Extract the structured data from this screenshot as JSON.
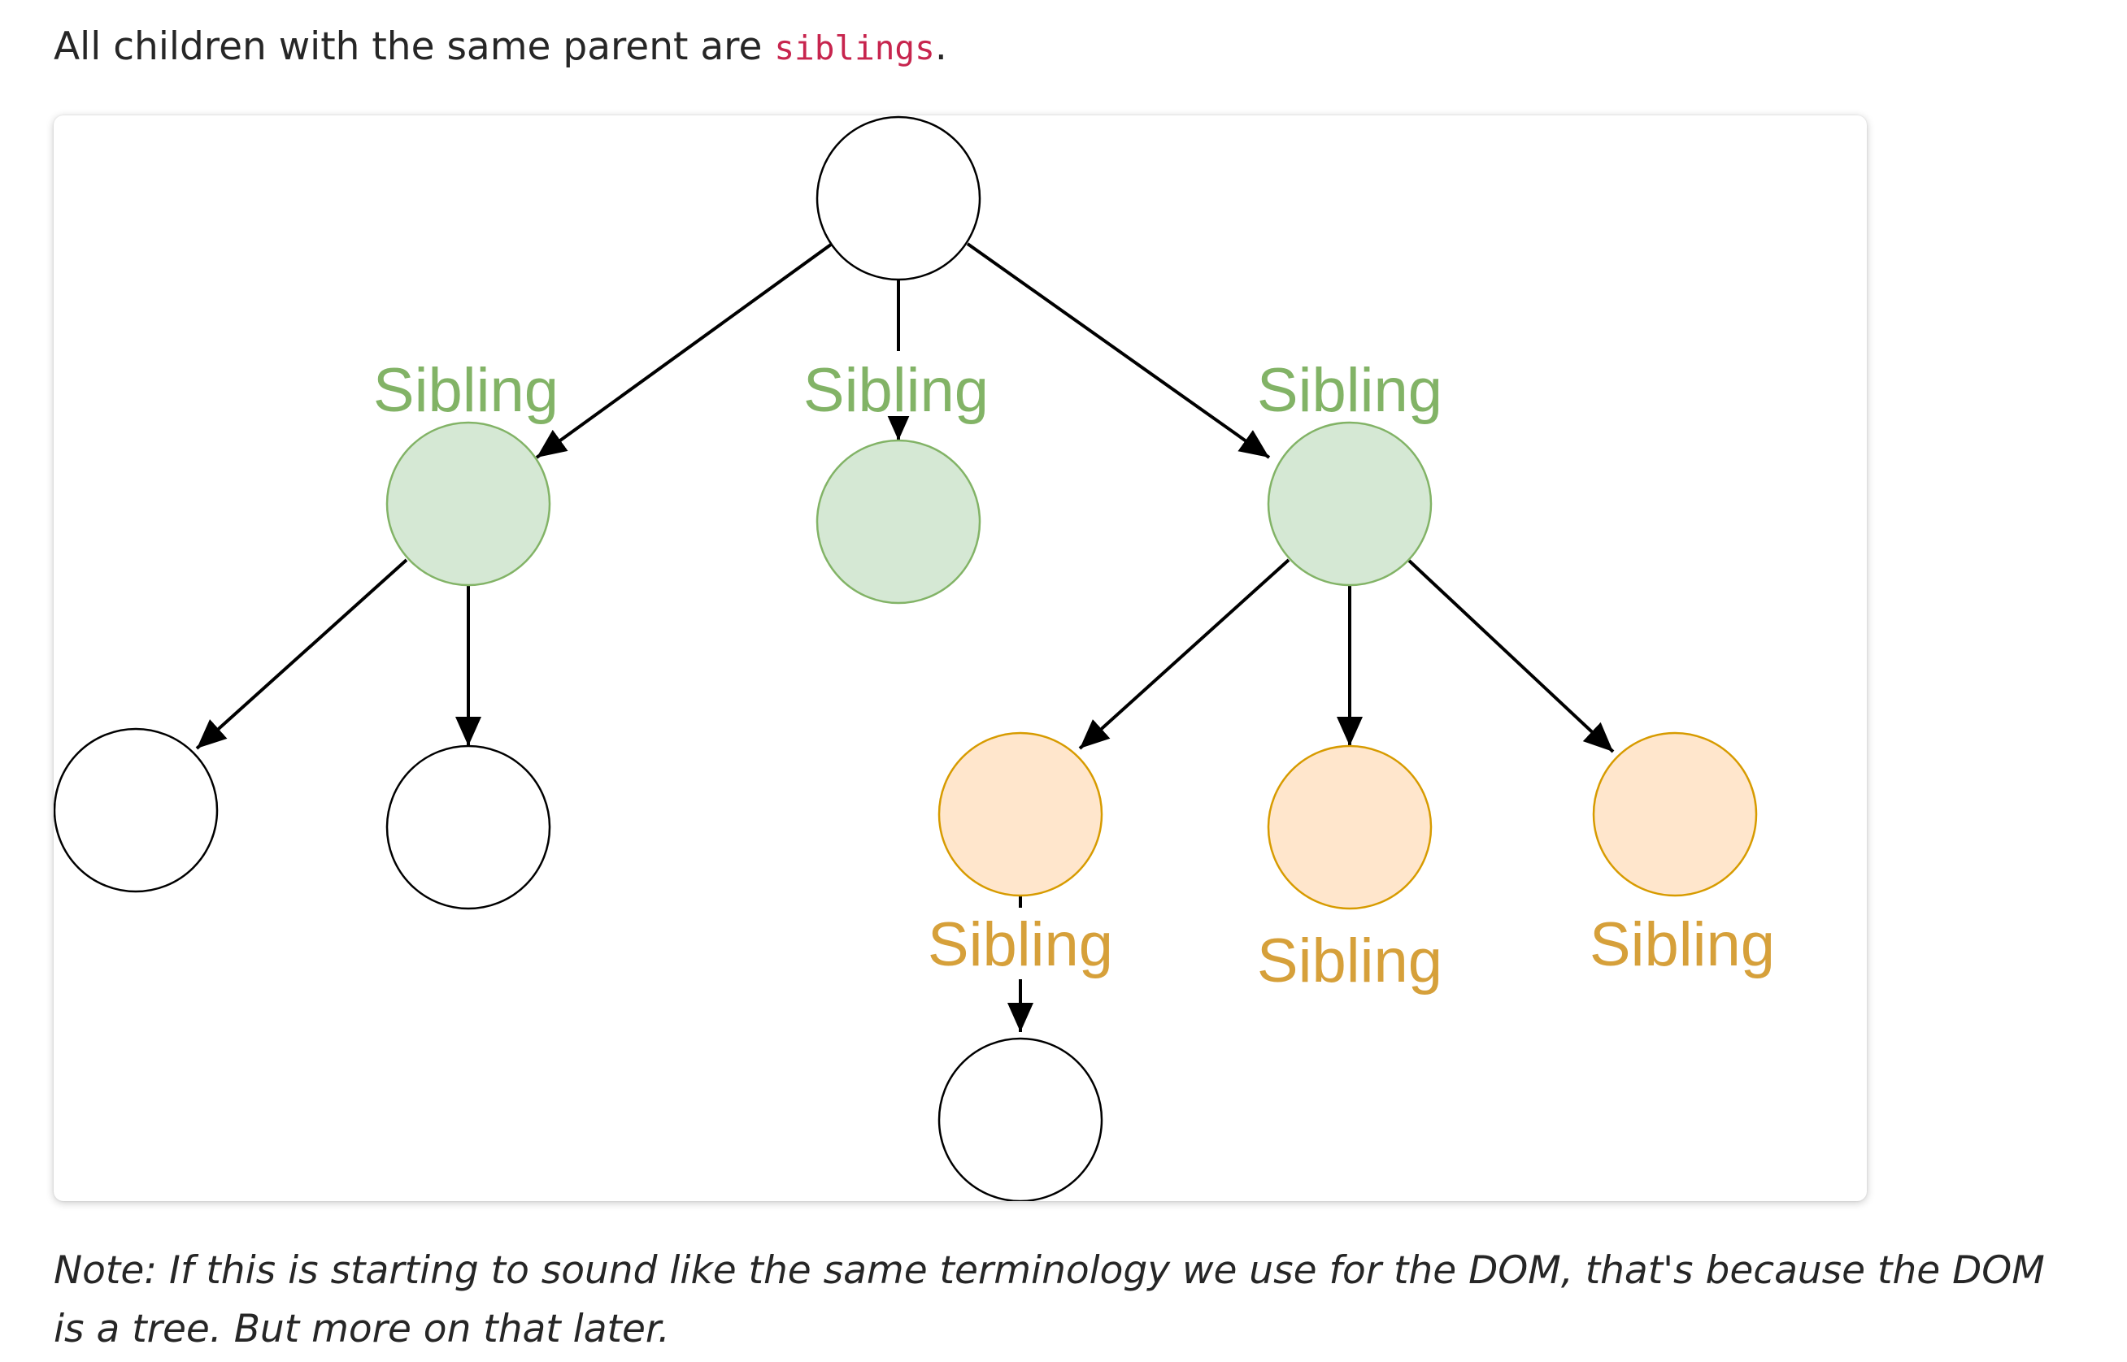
{
  "intro": {
    "text_before": "All children with the same parent are ",
    "code": "siblings",
    "text_after": "."
  },
  "diagram": {
    "labels": {
      "sibling_1": "Sibling",
      "sibling_2": "Sibling",
      "sibling_3": "Sibling",
      "sibling_4": "Sibling",
      "sibling_5": "Sibling",
      "sibling_6": "Sibling"
    },
    "colors": {
      "green_fill": "#d5e8d4",
      "green_stroke": "#82b366",
      "green_text": "#82b366",
      "orange_fill": "#ffe6cc",
      "orange_stroke": "#d79b00",
      "orange_text": "#d6a03a",
      "white_fill": "#ffffff",
      "black_stroke": "#000000"
    }
  },
  "note": {
    "text": "Note: If this is starting to sound like the same terminology we use for the DOM, that's because the DOM is a tree. But more on that later."
  }
}
